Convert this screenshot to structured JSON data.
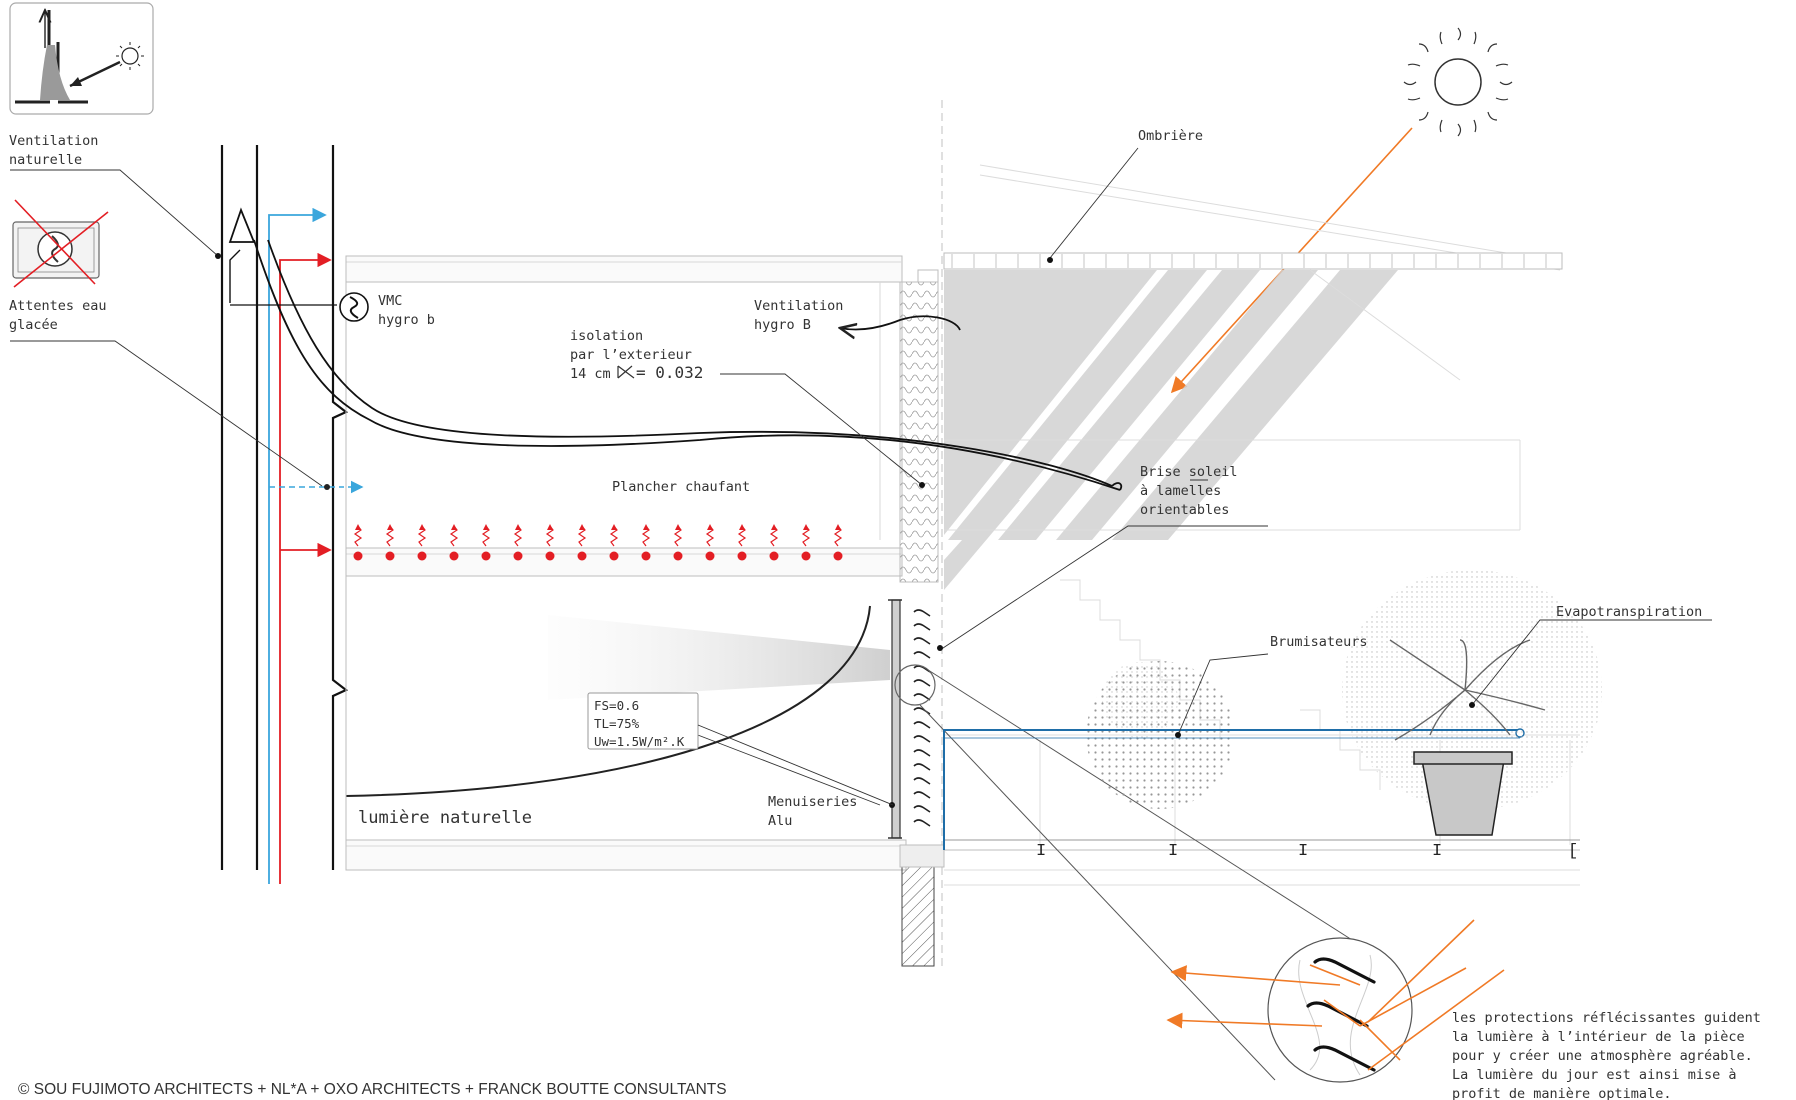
{
  "labels": {
    "ventilation_naturelle": [
      "Ventilation",
      "naturelle"
    ],
    "attentes_eau": [
      "Attentes eau",
      "glacée"
    ],
    "vmc": [
      "VMC",
      "hygro b"
    ],
    "isolation": [
      "isolation",
      "par l’exterieur",
      "14 cm",
      "= 0.032"
    ],
    "ventilation_hygro": [
      "Ventilation",
      "hygro B"
    ],
    "ombriere": "Ombrière",
    "brise_soleil": [
      "Brise soleil",
      "à lamelles",
      "orientables"
    ],
    "plancher": "Plancher chaufant",
    "window_specs": [
      "FS=0.6",
      "TL=75%",
      "Uw=1.5W/m².K"
    ],
    "menuiseries": [
      "Menuiseries",
      "Alu"
    ],
    "lumiere": "lumière naturelle",
    "brumisateurs": "Brumisateurs",
    "evapo": "Evapotranspiration",
    "protections": [
      "les protections réflécissantes guident",
      "la lumière à l’intérieur de la pièce",
      "pour y créer une atmosphère agréable.",
      "La lumière du jour est ainsi mise à",
      "profit de manière optimale."
    ],
    "credit": "© SOU FUJIMOTO ARCHITECTS + NL*A + OXO ARCHITECTS + FRANCK BOUTTE CONSULTANTS"
  },
  "colors": {
    "cold_water": "#3aa6dc",
    "heat": "#e31e24",
    "sun_ray": "#f07a26",
    "mist_pipe": "#1f6ea8",
    "lines": "#222222",
    "shade": "#d2d2d2"
  },
  "icons": [
    "sun-icon",
    "chimney-ventilation-icon",
    "crossed-air-conditioner-icon",
    "fan-icon",
    "plant-pot-icon"
  ]
}
